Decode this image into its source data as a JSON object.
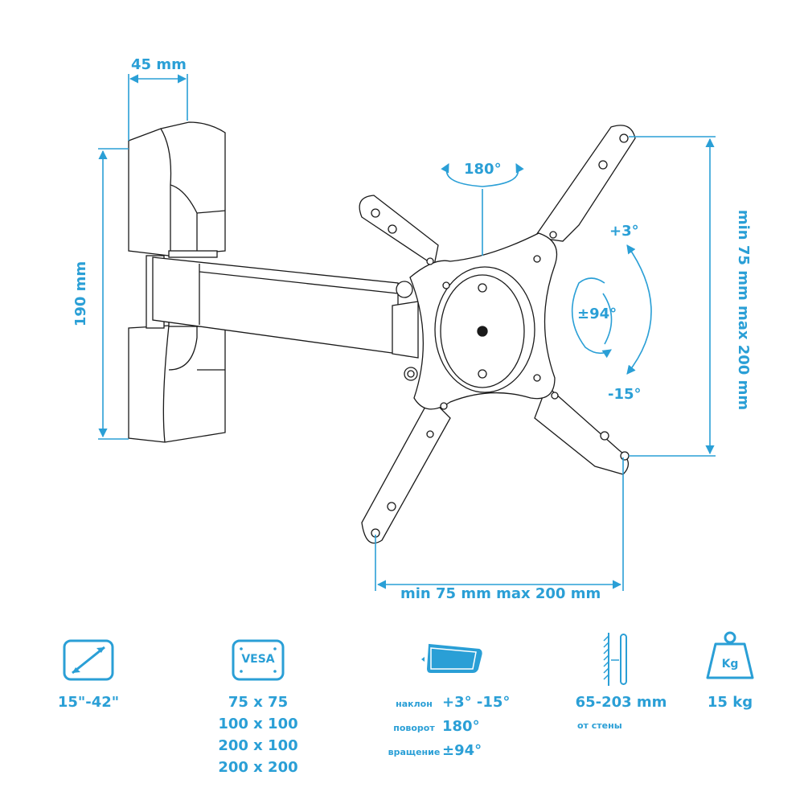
{
  "dimensions": {
    "depth": "45 mm",
    "height": "190 mm",
    "vesa_vertical": "min 75 mm max 200 mm",
    "vesa_horizontal": "min 75 mm max 200 mm"
  },
  "motion": {
    "swivel": "180°",
    "tilt_up": "+3°",
    "tilt_down": "-15°",
    "rotation": "±94°"
  },
  "specs": {
    "screen_size": "15\"-42\"",
    "vesa_icon_text": "VESA",
    "vesa_sizes": [
      "75 x 75",
      "100 x 100",
      "200 x 100",
      "200 x 200"
    ],
    "movement": [
      {
        "label": "наклон",
        "value": "+3° -15°"
      },
      {
        "label": "поворот",
        "value": "180°"
      },
      {
        "label": "вращение",
        "value": "±94°"
      }
    ],
    "wall_distance": "65-203 mm",
    "wall_distance_label": "от стены",
    "weight_icon_text": "Kg",
    "max_load": "15 kg"
  },
  "colors": {
    "accent": "#2a9fd6",
    "line": "#1a1a1a"
  }
}
